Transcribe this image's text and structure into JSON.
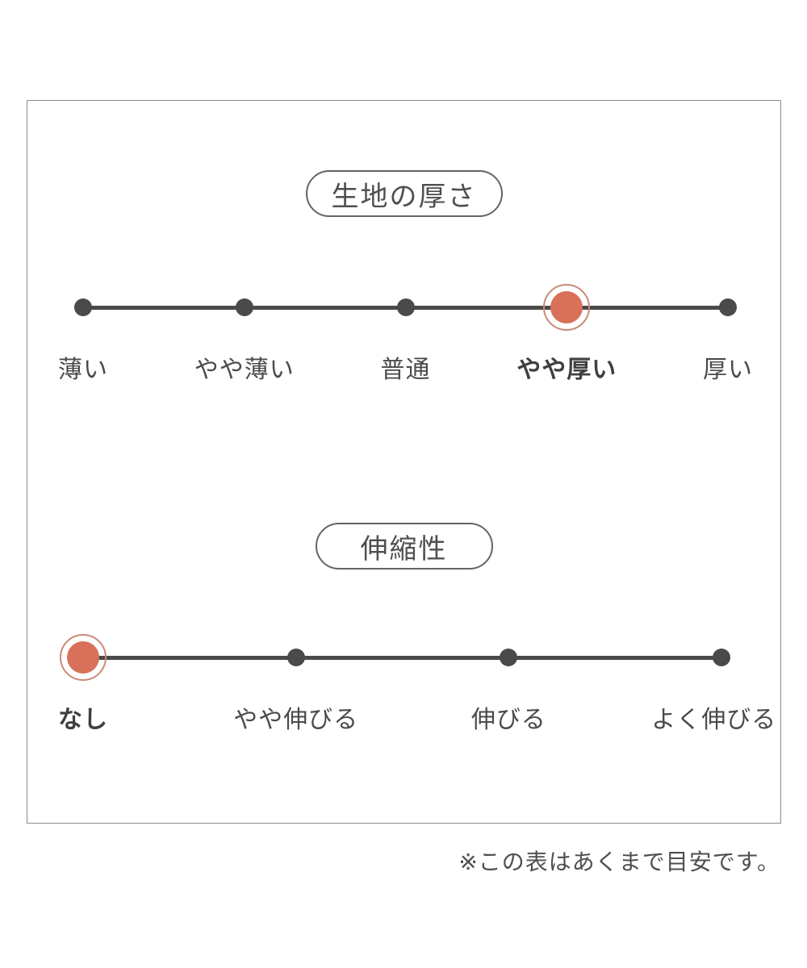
{
  "colors": {
    "ink": "#4a4a4a",
    "accent": "#d8705a",
    "accent_ring": "#c98b76",
    "frame_border": "#8b8b8b"
  },
  "chart_data": [
    {
      "type": "rating-scale",
      "title": "生地の厚さ",
      "categories": [
        "薄い",
        "やや薄い",
        "普通",
        "やや厚い",
        "厚い"
      ],
      "selected_index": 3,
      "selected_value": "やや厚い"
    },
    {
      "type": "rating-scale",
      "title": "伸縮性",
      "categories": [
        "なし",
        "やや伸びる",
        "伸びる",
        "よく伸びる"
      ],
      "selected_index": 0,
      "selected_value": "なし"
    }
  ],
  "note": "※この表はあくまで目安です。"
}
